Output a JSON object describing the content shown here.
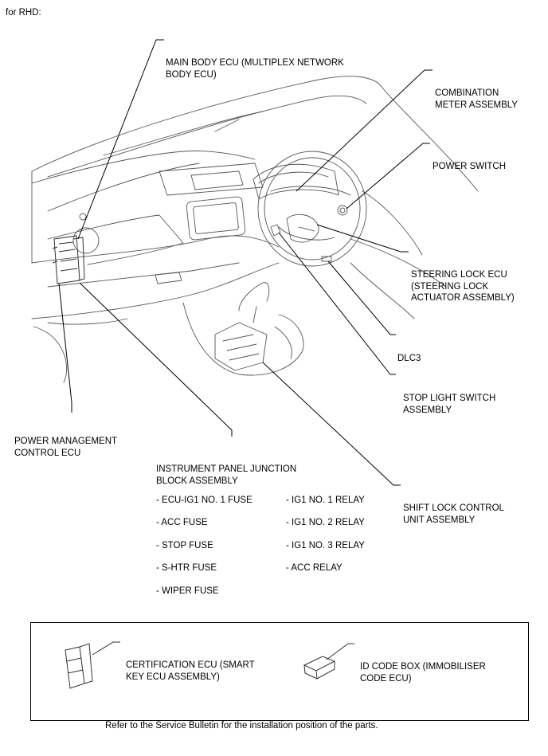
{
  "header": "for RHD:",
  "callouts": {
    "main_body_ecu": [
      "MAIN BODY ECU (MULTIPLEX NETWORK",
      "BODY ECU)"
    ],
    "combination_meter": [
      "COMBINATION",
      "METER ASSEMBLY"
    ],
    "power_switch": [
      "POWER SWITCH"
    ],
    "steering_lock_ecu": [
      "STEERING LOCK ECU",
      "(STEERING LOCK",
      "ACTUATOR ASSEMBLY)"
    ],
    "dlc3": [
      "DLC3"
    ],
    "stop_light_switch": [
      "STOP LIGHT SWITCH",
      "ASSEMBLY"
    ],
    "power_management": [
      "POWER MANAGEMENT",
      "CONTROL ECU"
    ],
    "instrument_panel_jb": [
      "INSTRUMENT PANEL JUNCTION",
      "BLOCK ASSEMBLY"
    ],
    "shift_lock": [
      "SHIFT LOCK CONTROL",
      "UNIT ASSEMBLY"
    ]
  },
  "fuses_left": [
    "- ECU-IG1 NO. 1 FUSE",
    "- ACC FUSE",
    "- STOP FUSE",
    "- S-HTR FUSE",
    "- WIPER FUSE"
  ],
  "fuses_right": [
    "- IG1 NO. 1 RELAY",
    "- IG1 NO. 2 RELAY",
    "- IG1 NO. 3 RELAY",
    "- ACC RELAY"
  ],
  "box": {
    "certification_ecu": [
      "CERTIFICATION ECU (SMART",
      "KEY ECU ASSEMBLY)"
    ],
    "id_code_box": [
      "ID CODE BOX (IMMOBILISER",
      "CODE ECU)"
    ],
    "note": "Refer to the Service Bulletin for the installation position of the parts."
  }
}
